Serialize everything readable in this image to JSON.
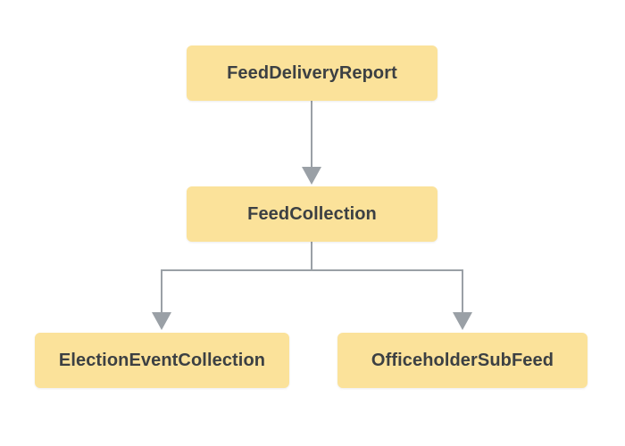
{
  "diagram": {
    "nodes": {
      "root": "FeedDeliveryReport",
      "middle": "FeedCollection",
      "left": "ElectionEventCollection",
      "right": "OfficeholderSubFeed"
    },
    "colors": {
      "node_fill": "#fbe29a",
      "node_text": "#3c4043",
      "connector": "#9aa0a6"
    }
  }
}
